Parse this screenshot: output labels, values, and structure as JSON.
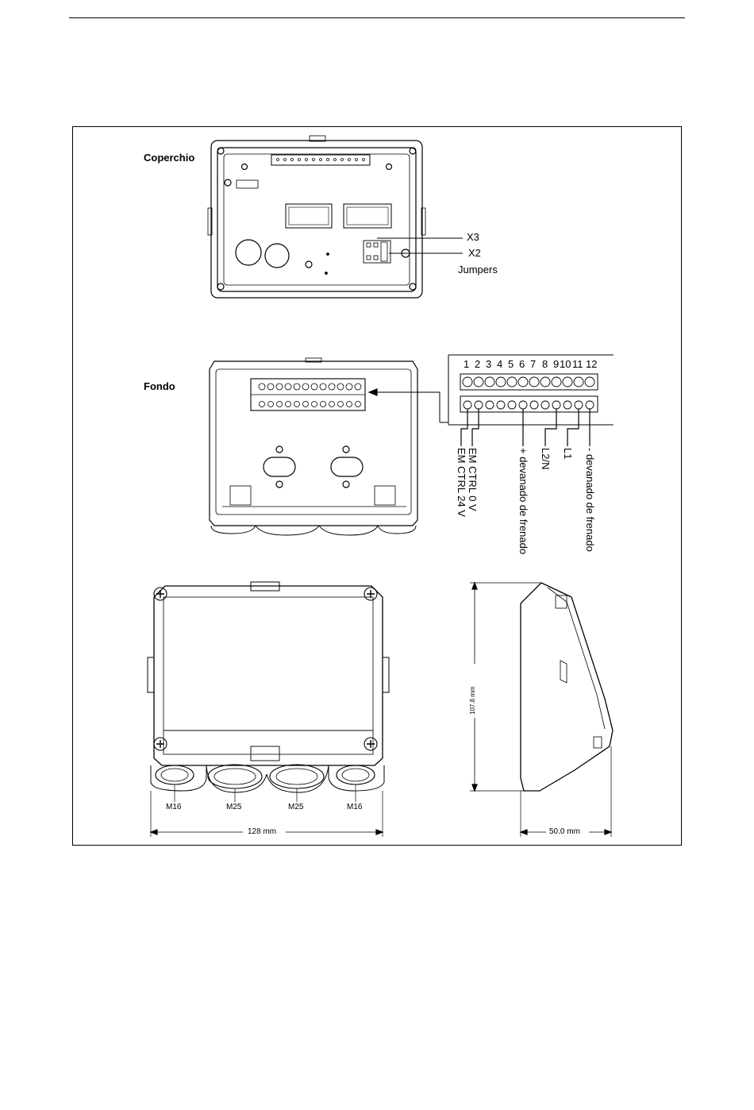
{
  "labels": {
    "lid": "Coperchio",
    "base": "Fondo",
    "x3": "X3",
    "x2": "X2",
    "jumpers": "Jumpers"
  },
  "terminal_numbers": [
    "1",
    "2",
    "3",
    "4",
    "5",
    "6",
    "7",
    "8",
    "9",
    "10",
    "11",
    "12"
  ],
  "terminal_labels": {
    "em_ctrl_24v": "EM CTRL 24 V",
    "em_ctrl_0v": "EM CTRL 0 V",
    "brake_plus": "+ devanado de frenado",
    "l2n": "L2/N",
    "l1": "L1",
    "brake_minus": "- devanado de frenado"
  },
  "glands": [
    "M16",
    "M25",
    "M25",
    "M16"
  ],
  "dimensions": {
    "width": "128 mm",
    "height": "107.8 mm",
    "depth": "50.0 mm"
  }
}
